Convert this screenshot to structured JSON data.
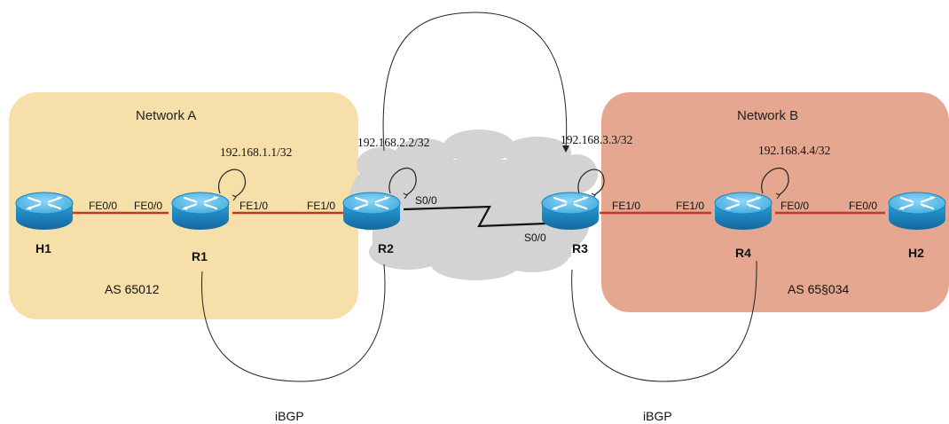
{
  "networks": {
    "a": {
      "title": "Network A",
      "as": "AS 65012",
      "fill": "#f7dfa9"
    },
    "b": {
      "title": "Network B",
      "as": "AS 65§034",
      "fill": "#e5a790"
    }
  },
  "nodes": {
    "h1": "H1",
    "r1": "R1",
    "r2": "R2",
    "r3": "R3",
    "r4": "R4",
    "h2": "H2"
  },
  "loopbacks": {
    "r1": "192.168.1.1/32",
    "r2": "192.168.2.2/32",
    "r3": "192.168.3.3/32",
    "r4": "192.168.4.4/32"
  },
  "interfaces": {
    "h1_fe00": "FE0/0",
    "r1_fe00": "FE0/0",
    "r1_fe10": "FE1/0",
    "r2_fe10": "FE1/0",
    "r2_s00": "S0/0",
    "r3_s00": "S0/0",
    "r3_fe10": "FE1/0",
    "r4_fe10": "FE1/0",
    "r4_fe00": "FE0/0",
    "h2_fe00": "FE0/0"
  },
  "bgp": {
    "left": "iBGP",
    "right": "iBGP"
  },
  "colors": {
    "ethernet_link": "#c0392b",
    "serial_link": "#111111",
    "cloud": "#d4d4d4",
    "router_body": "#2a9fd6",
    "router_top": "#6cc4ec"
  }
}
